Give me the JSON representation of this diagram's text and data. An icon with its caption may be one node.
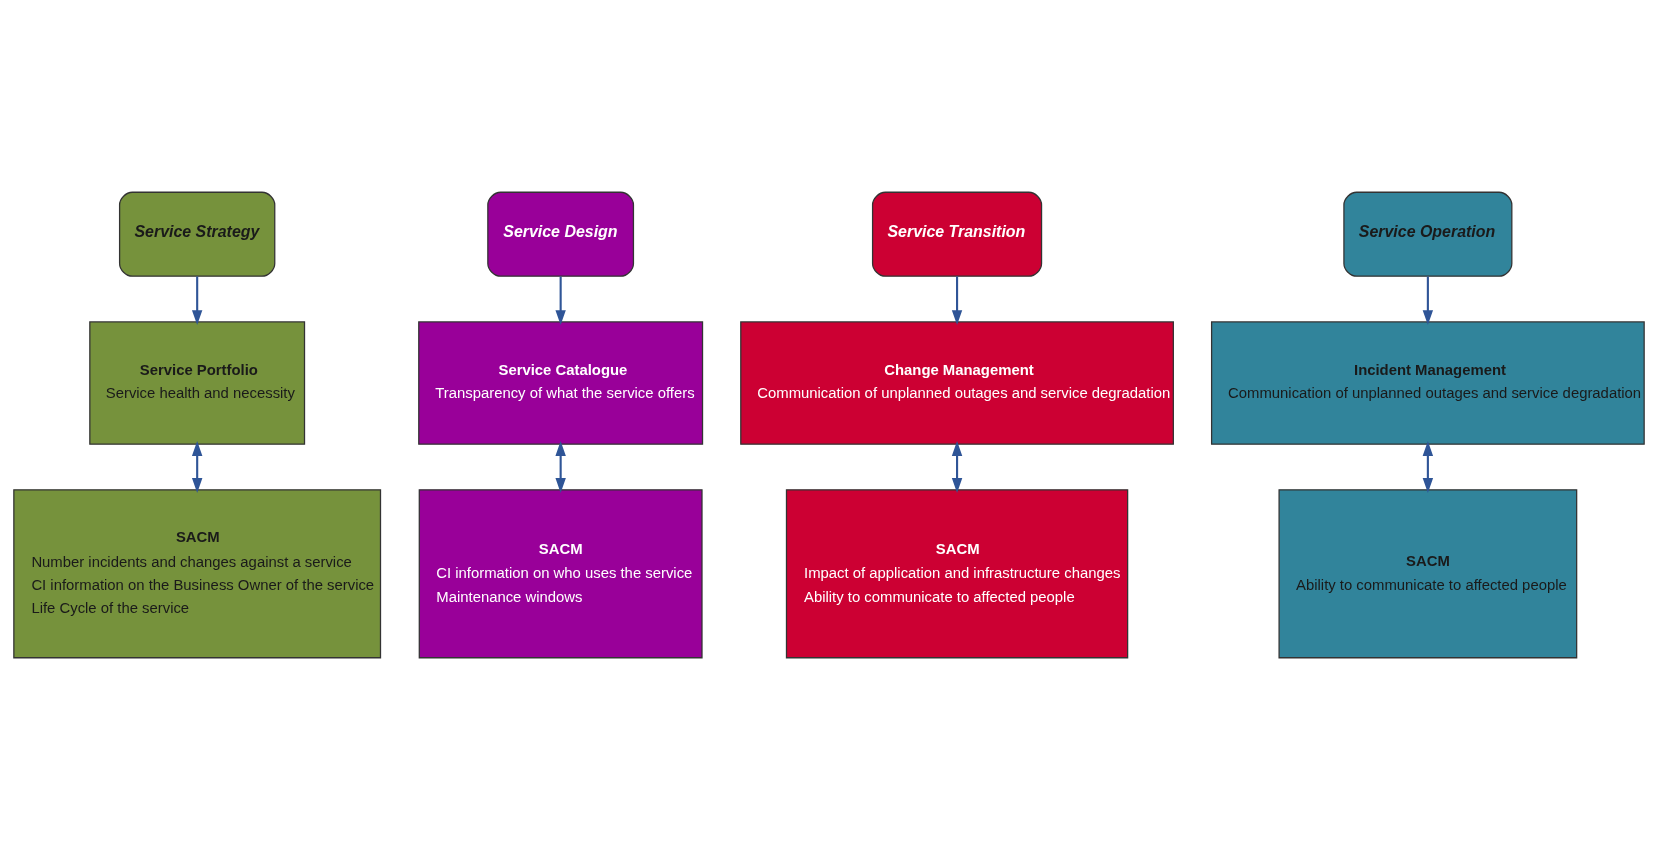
{
  "diagram": {
    "nodes": [
      {
        "text": [
          "Service Strategy"
        ]
      },
      {
        "text": [
          "Service Portfolio",
          "Service health and necessity"
        ]
      },
      {
        "text": [
          "SACM",
          "Number incidents and changes against a service",
          "CI information on the Business Owner of the service",
          "Life Cycle of the service"
        ]
      },
      {
        "text": [
          "Service Design"
        ]
      },
      {
        "text": [
          "Service Catalogue",
          "Transparency of what the service offers"
        ]
      },
      {
        "text": [
          "SACM",
          "CI information on who uses the service",
          "Maintenance windows"
        ]
      },
      {
        "text": [
          "Service Transition"
        ]
      },
      {
        "text": [
          "Change Management",
          "Communication of unplanned outages and service degradation"
        ]
      },
      {
        "text": [
          "SACM",
          "Impact of application and infrastructure changes",
          "Ability to communicate to affected people"
        ]
      },
      {
        "text": [
          "Service Operation"
        ]
      },
      {
        "text": [
          "Incident Management",
          "Communication of unplanned outages and service degradation"
        ]
      },
      {
        "text": [
          "SACM",
          "Ability to communicate to affected people"
        ]
      }
    ],
    "edges": [
      {
        "from": 0,
        "to": 1,
        "arrow": "to"
      },
      {
        "from": 1,
        "to": 2,
        "arrow": "both"
      },
      {
        "from": 3,
        "to": 4,
        "arrow": "to"
      },
      {
        "from": 4,
        "to": 5,
        "arrow": "both"
      },
      {
        "from": 6,
        "to": 7,
        "arrow": "to"
      },
      {
        "from": 7,
        "to": 8,
        "arrow": "both"
      },
      {
        "from": 9,
        "to": 10,
        "arrow": "to"
      },
      {
        "from": 10,
        "to": 11,
        "arrow": "both"
      }
    ]
  }
}
